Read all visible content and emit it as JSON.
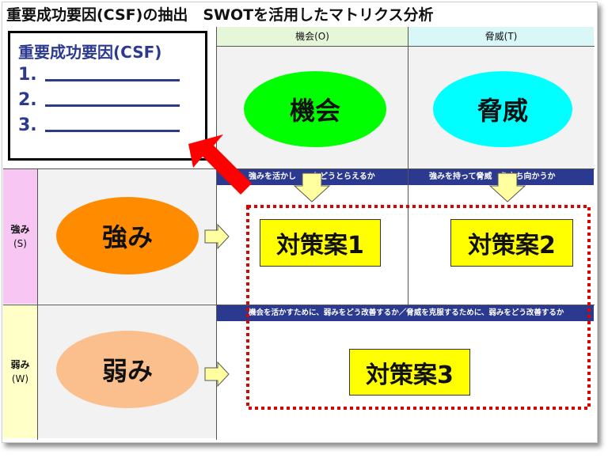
{
  "title": "重要成功要因(CSF)の抽出　SWOTを活用したマトリクス分析",
  "header": {
    "opportunity": "機会(O)",
    "threat": "脅威(T)"
  },
  "csf_box": {
    "title": "重要成功要因(CSF)",
    "items": [
      "1.",
      "2.",
      "3."
    ]
  },
  "quadrant": {
    "opportunity": "機会",
    "threat": "脅威",
    "strength": "強み",
    "weakness": "弱み"
  },
  "side": {
    "strength": "強み",
    "strength_code": "(S)",
    "weakness": "弱み",
    "weakness_code": "(W)"
  },
  "bands": {
    "so": "強みを活かし　　をどうとらえるか",
    "st": "強みを持って脅威　う立ち向かうか",
    "w": "機会を活かすために、弱みをどう改善するか／脅威を克服するために、弱みをどう改善するか"
  },
  "plans": {
    "p1": "対策案1",
    "p2": "対策案2",
    "p3": "対策案3"
  },
  "colors": {
    "opportunity": "#00ff00",
    "threat": "#00ffff",
    "strength": "#ff8c00",
    "weakness": "#fbbf8e",
    "plan": "#ffff00",
    "band": "#2b3a8f",
    "arrow": "#ff0000",
    "dotted": "#e00000"
  }
}
